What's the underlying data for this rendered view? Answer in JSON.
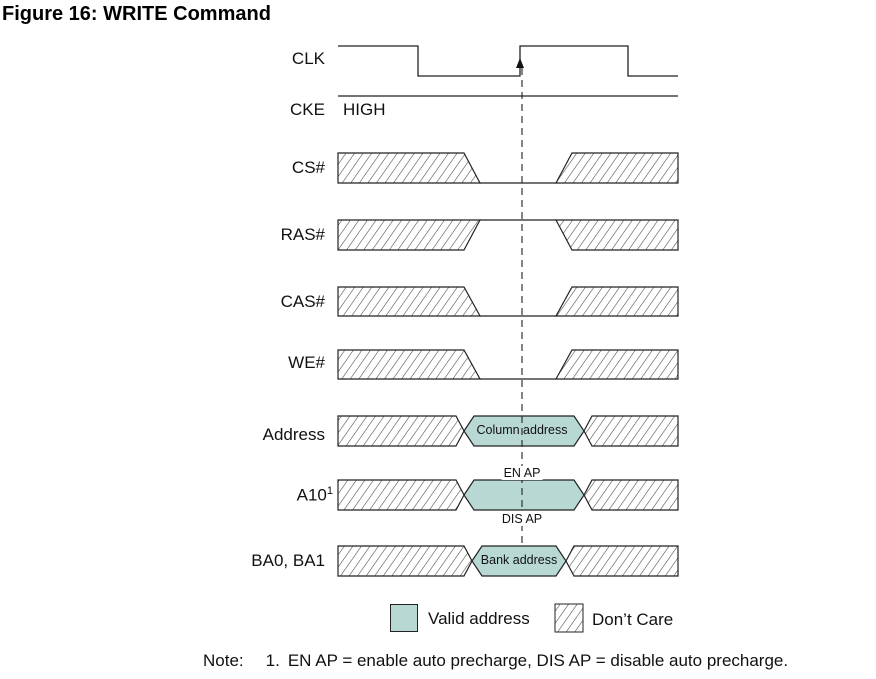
{
  "title": "Figure 16: WRITE Command",
  "signals": {
    "clk": "CLK",
    "cke": "CKE",
    "cs": "CS#",
    "ras": "RAS#",
    "cas": "CAS#",
    "we": "WE#",
    "address": "Address",
    "a10": "A10",
    "a10_sup": "1",
    "ba": "BA0, BA1"
  },
  "cke_value": "HIGH",
  "bus": {
    "column_address": "Column address",
    "bank_address": "Bank address",
    "en_ap": "EN AP",
    "dis_ap": "DIS AP"
  },
  "legend": {
    "valid": "Valid address",
    "dont_care": "Don’t Care"
  },
  "note": {
    "label": "Note:",
    "index": "1.",
    "text": "EN AP = enable auto precharge, DIS AP = disable auto precharge."
  },
  "colors": {
    "valid_fill": "#b8d8d4",
    "line": "#222222"
  }
}
